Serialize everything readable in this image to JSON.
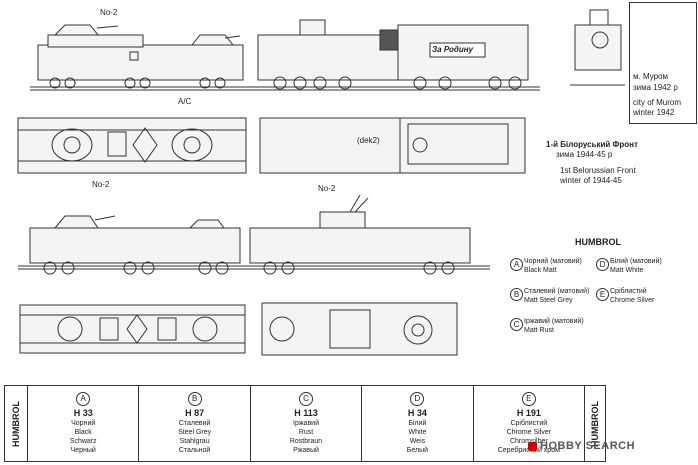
{
  "callouts": {
    "no2_top": "No-2",
    "za_rodinu": "За Родину",
    "ac": "A/C",
    "dek2": "(dek2)",
    "no2_mid": "No-2",
    "no2_mid2": "No-2"
  },
  "inset": {
    "line1": "м. Муром",
    "line2": "зима 1942 р",
    "line3": "city of Murom",
    "line4": "winter 1942"
  },
  "front_caption": {
    "line1": "1-й Білоруський  Фронт",
    "line2": "зима 1944-45 р",
    "line3": "1st Belorussian Front",
    "line4": "winter of 1944-45"
  },
  "humbrol_title": "HUMBROL",
  "legend": [
    {
      "letter": "A",
      "ua": "Чорний (матовий)",
      "en": "Black Matt"
    },
    {
      "letter": "D",
      "ua": "Білий (матовий)",
      "en": "Matt White"
    },
    {
      "letter": "B",
      "ua": "Сталевий (матовий)",
      "en": "Matt Steel Grey"
    },
    {
      "letter": "E",
      "ua": "Сріблистий",
      "en": "Chrome Silver"
    },
    {
      "letter": "C",
      "ua": "Іржавий (матовий)",
      "en": "Matt Rust"
    }
  ],
  "table": {
    "brand": "HUMBROL",
    "columns": [
      {
        "letter": "A",
        "code": "H 33",
        "names": [
          "Чорний",
          "Black",
          "Schwarz",
          "Черный"
        ]
      },
      {
        "letter": "B",
        "code": "H 87",
        "names": [
          "Сталевий",
          "Steel Grey",
          "Stahlgrau",
          "Стальной"
        ]
      },
      {
        "letter": "C",
        "code": "H 113",
        "names": [
          "Іржавий",
          "Rust",
          "Rostbraun",
          "Ржавый"
        ]
      },
      {
        "letter": "D",
        "code": "H 34",
        "names": [
          "Білий",
          "White",
          "Weis",
          "Белый"
        ]
      },
      {
        "letter": "E",
        "code": "H 191",
        "names": [
          "Сріблистий",
          "Chrome Silver",
          "Chromsilber",
          "Серебристый хром"
        ]
      }
    ]
  },
  "watermark": "HOBBY SEARCH",
  "colors": {
    "line": "#333333",
    "fill": "#f4f4f4",
    "watermark_red": "#cc0000"
  }
}
